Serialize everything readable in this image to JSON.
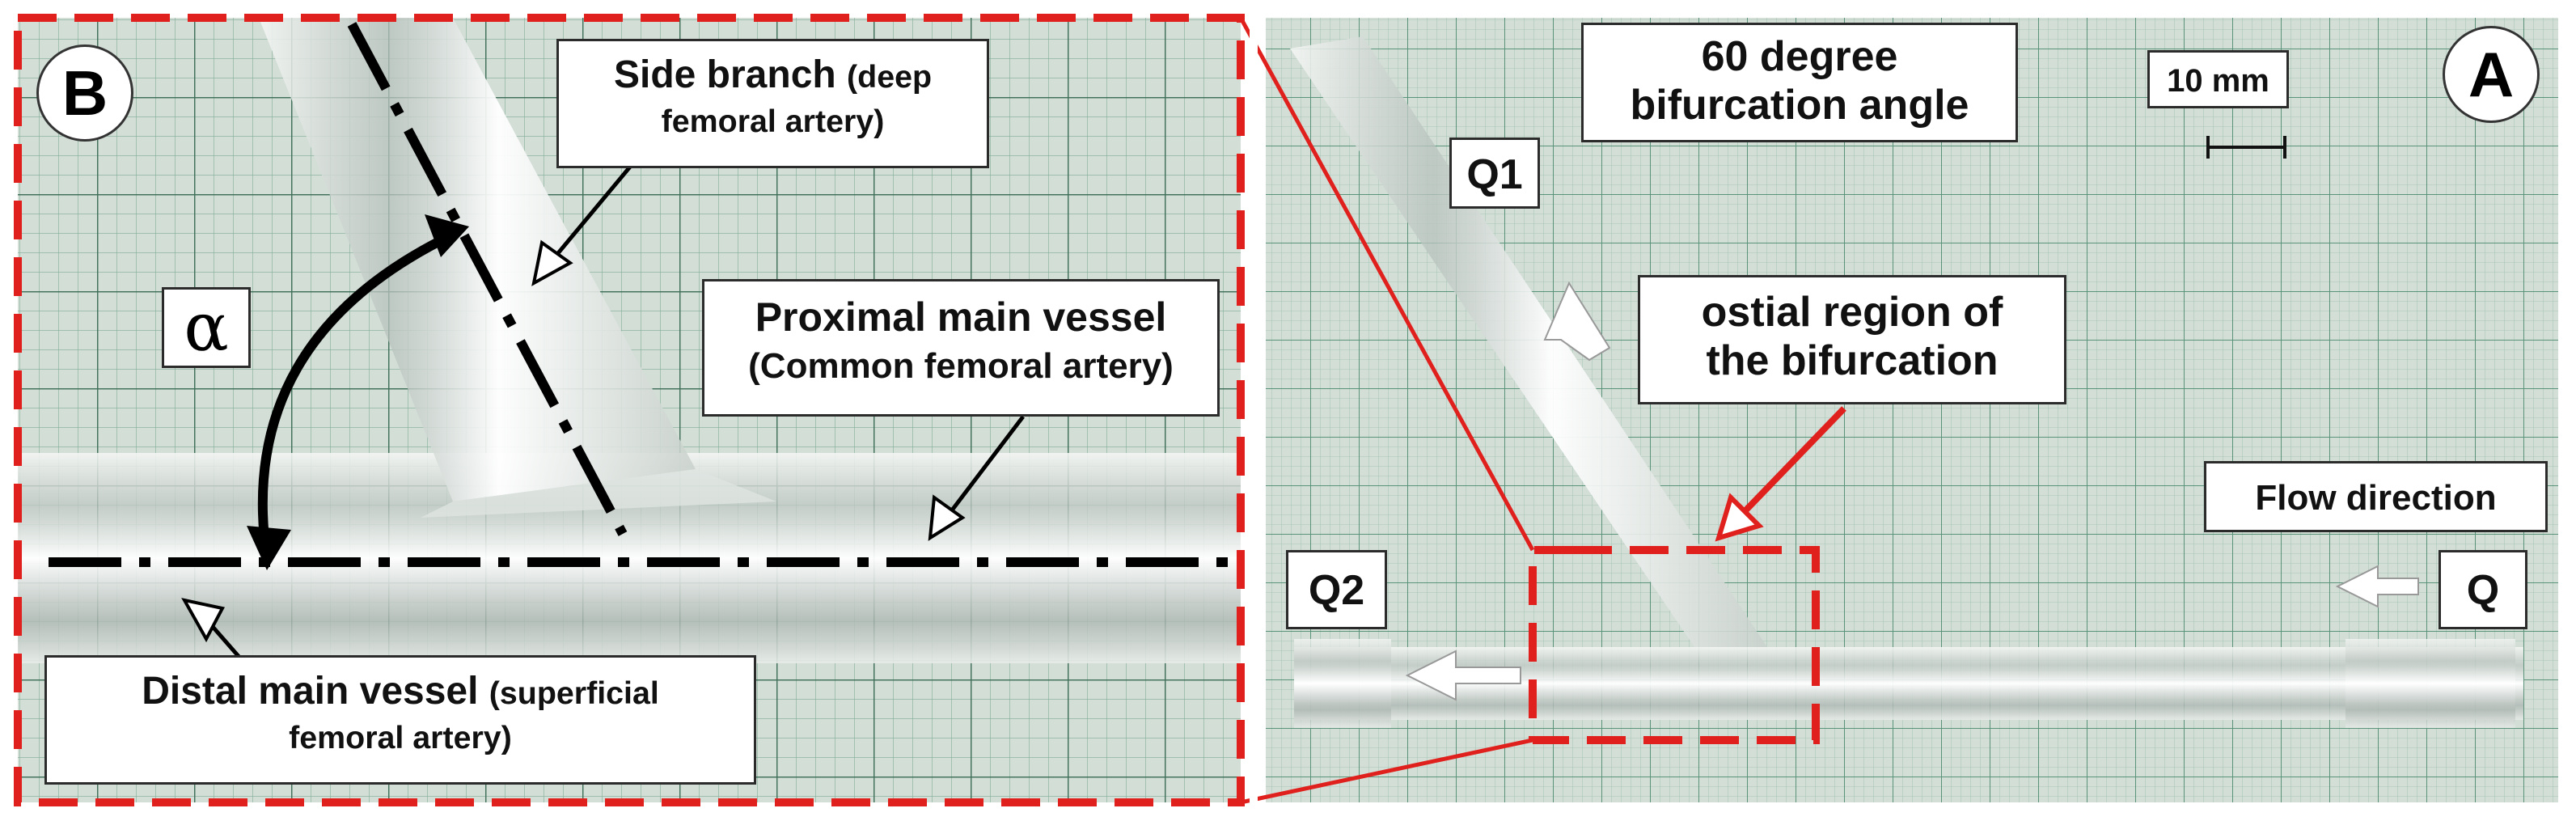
{
  "panel_b": {
    "badge": "B",
    "side_branch": {
      "main": "Side branch",
      "paren": "(deep",
      "line2": "femoral artery)"
    },
    "angle_symbol": "α",
    "proximal": {
      "line1": "Proximal main vessel",
      "line2": "(Common femoral artery)"
    },
    "distal": {
      "main": "Distal main vessel",
      "paren": "(superficial",
      "line2": "femoral artery)"
    }
  },
  "panel_a": {
    "badge": "A",
    "angle_title": {
      "line1": "60 degree",
      "line2": "bifurcation angle"
    },
    "scale_bar": "10 mm",
    "q1": "Q1",
    "q2": "Q2",
    "q": "Q",
    "ostial": {
      "line1": "ostial region of",
      "line2": "the bifurcation"
    },
    "flow_direction": "Flow direction"
  },
  "colors": {
    "frame_red": "#e0201c",
    "grid_green": "#3f8a6a",
    "paper": "#d3ded7",
    "arrow_white": "#ffffff"
  }
}
